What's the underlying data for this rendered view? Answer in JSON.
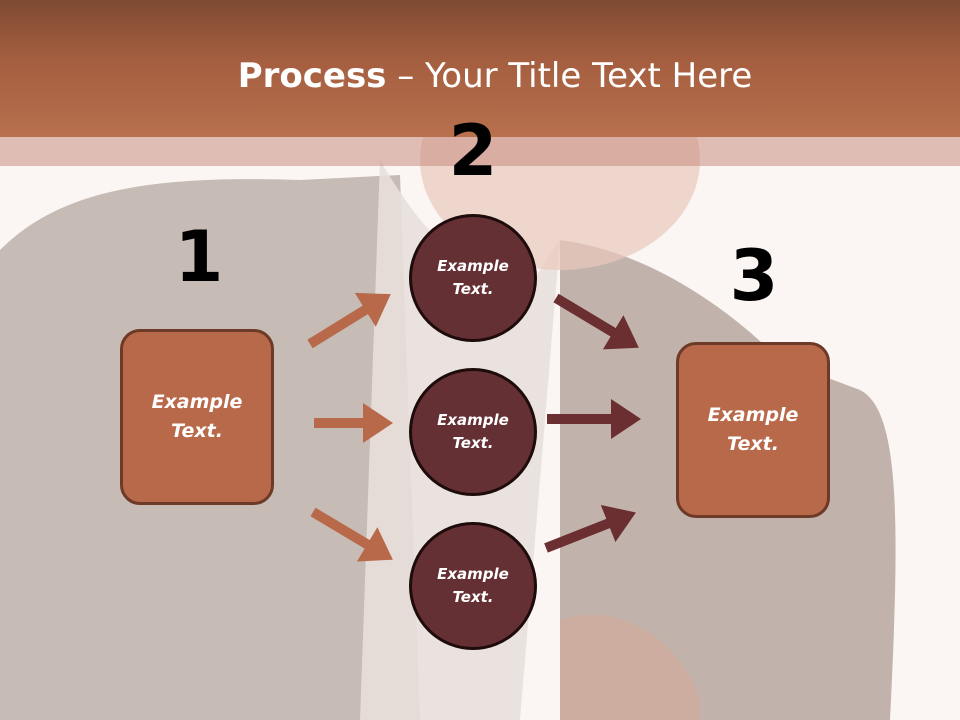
{
  "title": {
    "bold": "Process",
    "rest": " – Your Title Text Here"
  },
  "steps": {
    "one": "1",
    "two": "2",
    "three": "3"
  },
  "left_box": {
    "label": "Example\nText."
  },
  "right_box": {
    "label": "Example\nText."
  },
  "circles": [
    {
      "label": "Example\nText."
    },
    {
      "label": "Example\nText."
    },
    {
      "label": "Example\nText."
    }
  ],
  "colors": {
    "header": "#a55f40",
    "box_fill": "#b8694a",
    "circle_fill": "#653033",
    "arrow_orange": "#b8694a",
    "arrow_dark": "#6b2f31"
  }
}
